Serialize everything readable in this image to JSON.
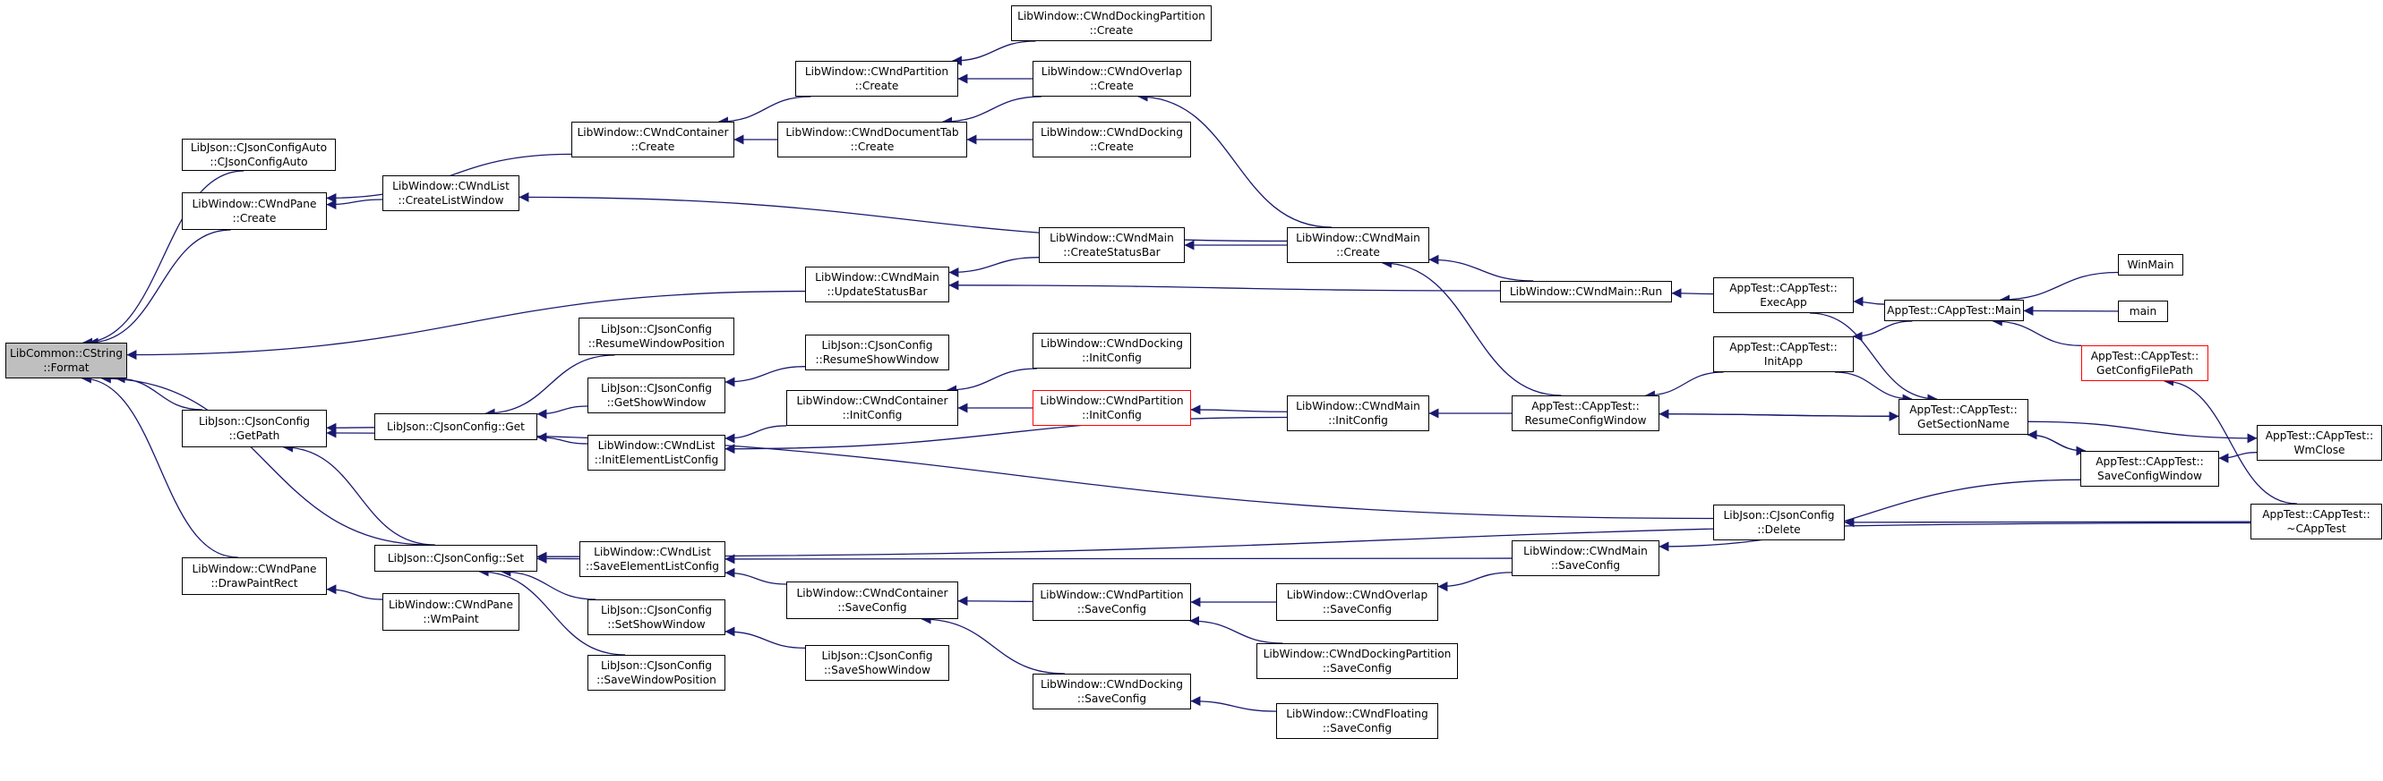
{
  "colors": {
    "edge": "#191970",
    "border": "#000000",
    "root_fill": "#bfbfbf",
    "truncated_border": "#ff0000"
  },
  "nodes": [
    {
      "id": "cstring_format",
      "l1": "LibCommon::CString",
      "l2": "::Format",
      "style": "root"
    },
    {
      "id": "jsonconfigauto",
      "l1": "LibJson::CJsonConfigAuto",
      "l2": "::CJsonConfigAuto"
    },
    {
      "id": "wndpane_create",
      "l1": "LibWindow::CWndPane",
      "l2": "::Create"
    },
    {
      "id": "jsonconfig_getpath",
      "l1": "LibJson::CJsonConfig",
      "l2": "::GetPath"
    },
    {
      "id": "wndpane_drawpaintrect",
      "l1": "LibWindow::CWndPane",
      "l2": "::DrawPaintRect"
    },
    {
      "id": "wndcontainer_create",
      "l1": "LibWindow::CWndContainer",
      "l2": "::Create"
    },
    {
      "id": "wndlist_createlistwindow",
      "l1": "LibWindow::CWndList",
      "l2": "::CreateListWindow"
    },
    {
      "id": "jsonconfig_get",
      "l1": "LibJson::CJsonConfig::Get",
      "l2": ""
    },
    {
      "id": "jsonconfig_set",
      "l1": "LibJson::CJsonConfig::Set",
      "l2": ""
    },
    {
      "id": "wndpane_wmpaint",
      "l1": "LibWindow::CWndPane",
      "l2": "::WmPaint"
    },
    {
      "id": "resumewindowposition",
      "l1": "LibJson::CJsonConfig",
      "l2": "::ResumeWindowPosition"
    },
    {
      "id": "getshowwindow",
      "l1": "LibJson::CJsonConfig",
      "l2": "::GetShowWindow"
    },
    {
      "id": "initelementlistconfig",
      "l1": "LibWindow::CWndList",
      "l2": "::InitElementListConfig"
    },
    {
      "id": "saveelementlistconfig",
      "l1": "LibWindow::CWndList",
      "l2": "::SaveElementListConfig"
    },
    {
      "id": "setshowwindow",
      "l1": "LibJson::CJsonConfig",
      "l2": "::SetShowWindow"
    },
    {
      "id": "savewindowposition",
      "l1": "LibJson::CJsonConfig",
      "l2": "::SaveWindowPosition"
    },
    {
      "id": "wndpartition_create",
      "l1": "LibWindow::CWndPartition",
      "l2": "::Create"
    },
    {
      "id": "wnddocumenttab_create",
      "l1": "LibWindow::CWndDocumentTab",
      "l2": "::Create"
    },
    {
      "id": "wndmain_updatestatusbar",
      "l1": "LibWindow::CWndMain",
      "l2": "::UpdateStatusBar"
    },
    {
      "id": "resumeshowwindow",
      "l1": "LibJson::CJsonConfig",
      "l2": "::ResumeShowWindow"
    },
    {
      "id": "wndcontainer_initconfig",
      "l1": "LibWindow::CWndContainer",
      "l2": "::InitConfig"
    },
    {
      "id": "wndcontainer_saveconfig",
      "l1": "LibWindow::CWndContainer",
      "l2": "::SaveConfig"
    },
    {
      "id": "saveshowwindow",
      "l1": "LibJson::CJsonConfig",
      "l2": "::SaveShowWindow"
    },
    {
      "id": "wnddockingpartition_create",
      "l1": "LibWindow::CWndDockingPartition",
      "l2": "::Create"
    },
    {
      "id": "wndoverlap_create",
      "l1": "LibWindow::CWndOverlap",
      "l2": "::Create"
    },
    {
      "id": "wnddocking_create",
      "l1": "LibWindow::CWndDocking",
      "l2": "::Create"
    },
    {
      "id": "wndmain_createstatusbar",
      "l1": "LibWindow::CWndMain",
      "l2": "::CreateStatusBar"
    },
    {
      "id": "wnddocking_initconfig",
      "l1": "LibWindow::CWndDocking",
      "l2": "::InitConfig"
    },
    {
      "id": "wndpartition_initconfig",
      "l1": "LibWindow::CWndPartition",
      "l2": "::InitConfig",
      "style": "red"
    },
    {
      "id": "wndpartition_saveconfig",
      "l1": "LibWindow::CWndPartition",
      "l2": "::SaveConfig"
    },
    {
      "id": "wnddocking_saveconfig",
      "l1": "LibWindow::CWndDocking",
      "l2": "::SaveConfig"
    },
    {
      "id": "wndmain_create",
      "l1": "LibWindow::CWndMain",
      "l2": "::Create"
    },
    {
      "id": "wndmain_initconfig",
      "l1": "LibWindow::CWndMain",
      "l2": "::InitConfig"
    },
    {
      "id": "wndoverlap_saveconfig",
      "l1": "LibWindow::CWndOverlap",
      "l2": "::SaveConfig"
    },
    {
      "id": "wnddockingpartition_saveconfig",
      "l1": "LibWindow::CWndDockingPartition",
      "l2": "::SaveConfig"
    },
    {
      "id": "wndfloating_saveconfig",
      "l1": "LibWindow::CWndFloating",
      "l2": "::SaveConfig"
    },
    {
      "id": "wndmain_run",
      "l1": "LibWindow::CWndMain::Run",
      "l2": ""
    },
    {
      "id": "resumeconfigwindow",
      "l1": "AppTest::CAppTest::",
      "l2": "ResumeConfigWindow"
    },
    {
      "id": "wndmain_saveconfig",
      "l1": "LibWindow::CWndMain",
      "l2": "::SaveConfig"
    },
    {
      "id": "execapp",
      "l1": "AppTest::CAppTest::",
      "l2": "ExecApp"
    },
    {
      "id": "initapp",
      "l1": "AppTest::CAppTest::",
      "l2": "InitApp"
    },
    {
      "id": "jsonconfig_delete",
      "l1": "LibJson::CJsonConfig",
      "l2": "::Delete"
    },
    {
      "id": "apptest_main",
      "l1": "AppTest::CAppTest::Main",
      "l2": ""
    },
    {
      "id": "getsectionname",
      "l1": "AppTest::CAppTest::",
      "l2": "GetSectionName"
    },
    {
      "id": "saveconfigwindow",
      "l1": "AppTest::CAppTest::",
      "l2": "SaveConfigWindow"
    },
    {
      "id": "winmain",
      "l1": "WinMain",
      "l2": ""
    },
    {
      "id": "main",
      "l1": "main",
      "l2": ""
    },
    {
      "id": "getconfigfilepath",
      "l1": "AppTest::CAppTest::",
      "l2": "GetConfigFilePath",
      "style": "red"
    },
    {
      "id": "wmclose",
      "l1": "AppTest::CAppTest::",
      "l2": "WmClose"
    },
    {
      "id": "destructor",
      "l1": "AppTest::CAppTest::",
      "l2": "~CAppTest"
    }
  ],
  "edges": [
    [
      "jsonconfigauto",
      "cstring_format"
    ],
    [
      "wndpane_create",
      "cstring_format"
    ],
    [
      "jsonconfig_getpath",
      "cstring_format"
    ],
    [
      "wndpane_drawpaintrect",
      "cstring_format"
    ],
    [
      "jsonconfig_set",
      "cstring_format"
    ],
    [
      "wndmain_updatestatusbar",
      "cstring_format"
    ],
    [
      "wndcontainer_create",
      "wndpane_create"
    ],
    [
      "wndlist_createlistwindow",
      "wndpane_create"
    ],
    [
      "jsonconfig_get",
      "jsonconfig_getpath"
    ],
    [
      "jsonconfig_set",
      "jsonconfig_getpath"
    ],
    [
      "jsonconfig_delete",
      "jsonconfig_getpath"
    ],
    [
      "wndpane_wmpaint",
      "wndpane_drawpaintrect"
    ],
    [
      "wndpartition_create",
      "wndcontainer_create"
    ],
    [
      "wnddocumenttab_create",
      "wndcontainer_create"
    ],
    [
      "wndmain_create",
      "wndlist_createlistwindow"
    ],
    [
      "resumewindowposition",
      "jsonconfig_get"
    ],
    [
      "getshowwindow",
      "jsonconfig_get"
    ],
    [
      "initelementlistconfig",
      "jsonconfig_get"
    ],
    [
      "saveelementlistconfig",
      "jsonconfig_set"
    ],
    [
      "setshowwindow",
      "jsonconfig_set"
    ],
    [
      "savewindowposition",
      "jsonconfig_set"
    ],
    [
      "destructor",
      "jsonconfig_set"
    ],
    [
      "wnddockingpartition_create",
      "wndpartition_create"
    ],
    [
      "wndoverlap_create",
      "wndpartition_create"
    ],
    [
      "wndoverlap_create",
      "wnddocumenttab_create"
    ],
    [
      "wnddocking_create",
      "wnddocumenttab_create"
    ],
    [
      "wndmain_create",
      "wndoverlap_create"
    ],
    [
      "wndmain_createstatusbar",
      "wndmain_updatestatusbar"
    ],
    [
      "wndmain_run",
      "wndmain_updatestatusbar"
    ],
    [
      "resumeshowwindow",
      "getshowwindow"
    ],
    [
      "wndcontainer_initconfig",
      "initelementlistconfig"
    ],
    [
      "wndmain_initconfig",
      "initelementlistconfig"
    ],
    [
      "wndcontainer_saveconfig",
      "saveelementlistconfig"
    ],
    [
      "wndmain_saveconfig",
      "saveelementlistconfig"
    ],
    [
      "saveshowwindow",
      "setshowwindow"
    ],
    [
      "wnddocking_initconfig",
      "wndcontainer_initconfig"
    ],
    [
      "wndpartition_initconfig",
      "wndcontainer_initconfig"
    ],
    [
      "wndpartition_saveconfig",
      "wndcontainer_saveconfig"
    ],
    [
      "wnddocking_saveconfig",
      "wndcontainer_saveconfig"
    ],
    [
      "wndmain_create",
      "wndmain_createstatusbar"
    ],
    [
      "wndmain_initconfig",
      "wndpartition_initconfig"
    ],
    [
      "wndoverlap_saveconfig",
      "wndpartition_saveconfig"
    ],
    [
      "wnddockingpartition_saveconfig",
      "wndpartition_saveconfig"
    ],
    [
      "wndfloating_saveconfig",
      "wnddocking_saveconfig"
    ],
    [
      "wndmain_run",
      "wndmain_create"
    ],
    [
      "resumeconfigwindow",
      "wndmain_create"
    ],
    [
      "resumeconfigwindow",
      "wndmain_initconfig"
    ],
    [
      "wndmain_saveconfig",
      "wndoverlap_saveconfig"
    ],
    [
      "execapp",
      "wndmain_run"
    ],
    [
      "initapp",
      "resumeconfigwindow"
    ],
    [
      "getsectionname",
      "resumeconfigwindow"
    ],
    [
      "saveconfigwindow",
      "wndmain_saveconfig"
    ],
    [
      "apptest_main",
      "execapp"
    ],
    [
      "apptest_main",
      "initapp"
    ],
    [
      "execapp",
      "getsectionname"
    ],
    [
      "initapp",
      "getsectionname"
    ],
    [
      "resumeconfigwindow",
      "getsectionname"
    ],
    [
      "saveconfigwindow",
      "getsectionname"
    ],
    [
      "destructor",
      "jsonconfig_delete"
    ],
    [
      "winmain",
      "apptest_main"
    ],
    [
      "main",
      "apptest_main"
    ],
    [
      "getconfigfilepath",
      "apptest_main"
    ],
    [
      "getsectionname",
      "saveconfigwindow"
    ],
    [
      "wmclose",
      "saveconfigwindow"
    ],
    [
      "getsectionname",
      "wmclose"
    ],
    [
      "destructor",
      "getconfigfilepath"
    ]
  ]
}
